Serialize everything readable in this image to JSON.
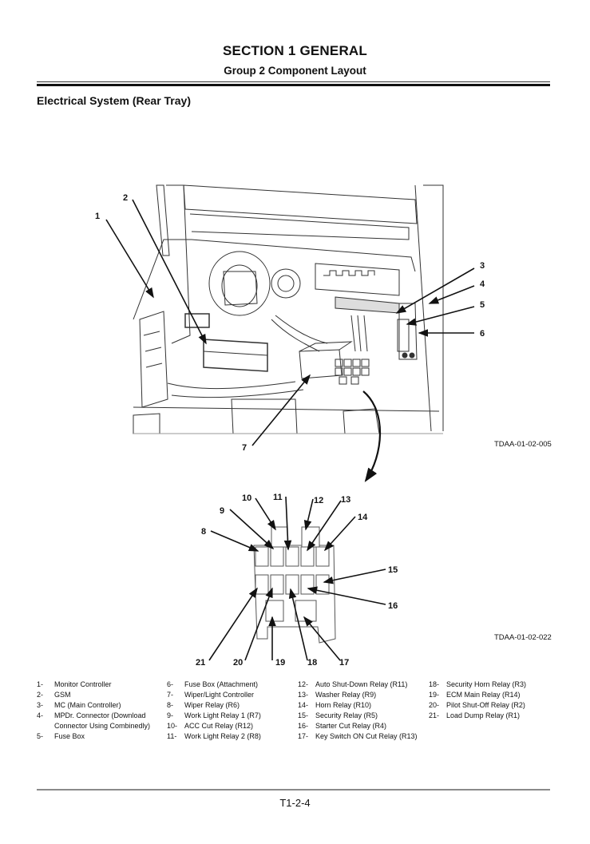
{
  "header": {
    "section_title": "SECTION 1 GENERAL",
    "group_title": "Group 2 Component Layout"
  },
  "section": {
    "title": "Electrical System (Rear Tray)"
  },
  "figures": [
    {
      "code": "TDAA-01-02-005",
      "callouts": [
        "1",
        "2",
        "3",
        "4",
        "5",
        "6",
        "7"
      ]
    },
    {
      "code": "TDAA-01-02-022",
      "callouts": [
        "8",
        "9",
        "10",
        "11",
        "12",
        "13",
        "14",
        "15",
        "16",
        "17",
        "18",
        "19",
        "20",
        "21"
      ]
    }
  ],
  "legend": {
    "columns": [
      [
        {
          "num": "1-",
          "label": "Monitor Controller"
        },
        {
          "num": "2-",
          "label": "GSM"
        },
        {
          "num": "3-",
          "label": "MC (Main Controller)"
        },
        {
          "num": "4-",
          "label": "MPDr. Connector (Download"
        },
        {
          "num": "",
          "label": "Connector Using Combinedly)"
        },
        {
          "num": "5-",
          "label": "Fuse Box"
        }
      ],
      [
        {
          "num": "6-",
          "label": "Fuse Box (Attachment)"
        },
        {
          "num": "7-",
          "label": "Wiper/Light Controller"
        },
        {
          "num": "8-",
          "label": "Wiper Relay (R6)"
        },
        {
          "num": "9-",
          "label": "Work Light Relay 1 (R7)"
        },
        {
          "num": "10-",
          "label": "ACC Cut Relay (R12)"
        },
        {
          "num": "11-",
          "label": "Work Light Relay 2 (R8)"
        }
      ],
      [
        {
          "num": "12-",
          "label": "Auto Shut-Down Relay (R11)"
        },
        {
          "num": "13-",
          "label": "Washer Relay (R9)"
        },
        {
          "num": "14-",
          "label": "Horn Relay (R10)"
        },
        {
          "num": "15-",
          "label": "Security Relay (R5)"
        },
        {
          "num": "16-",
          "label": "Starter Cut Relay (R4)"
        },
        {
          "num": "17-",
          "label": "Key Switch ON Cut Relay (R13)"
        }
      ],
      [
        {
          "num": "18-",
          "label": "Security Horn Relay (R3)"
        },
        {
          "num": "19-",
          "label": "ECM Main Relay (R14)"
        },
        {
          "num": "20-",
          "label": "Pilot Shut-Off Relay (R2)"
        },
        {
          "num": "21-",
          "label": "Load Dump Relay (R1)"
        }
      ]
    ]
  },
  "footer": {
    "page_number": "T1-2-4"
  }
}
